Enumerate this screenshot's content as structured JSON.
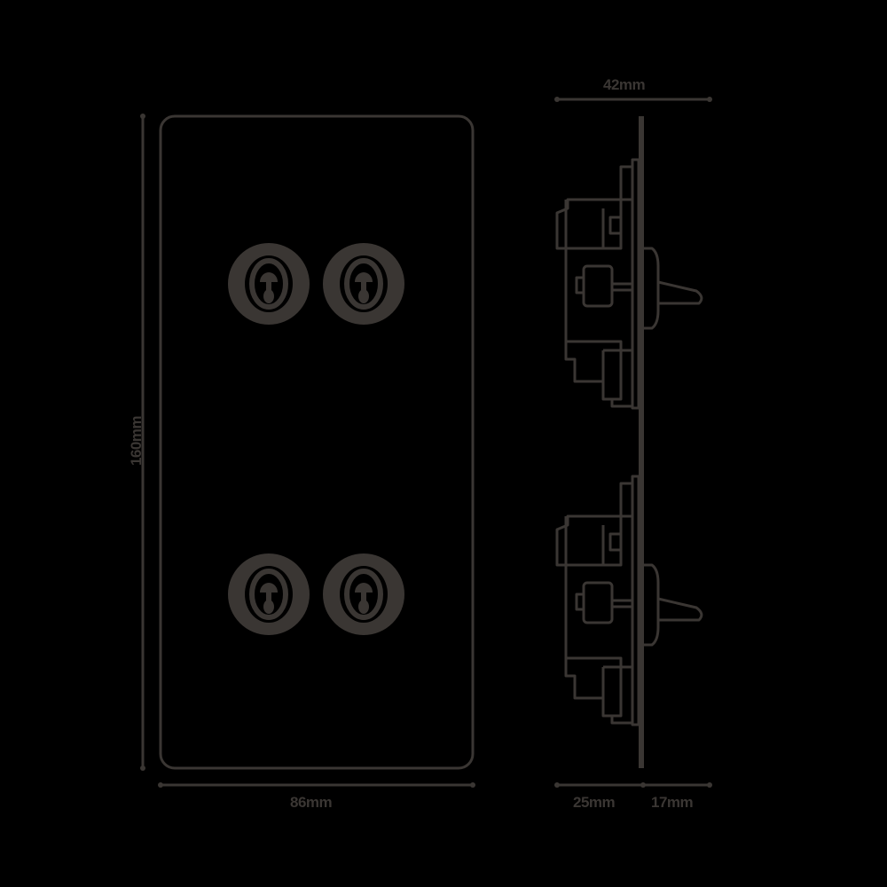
{
  "diagram": {
    "subject": "4-gang toggle switch plate technical drawing",
    "line_color": "#3a3633",
    "background_color": "#000000",
    "front_view": {
      "width_label": "86mm",
      "height_label": "160mm",
      "toggles": [
        {
          "row": 1,
          "col": 1
        },
        {
          "row": 1,
          "col": 2
        },
        {
          "row": 2,
          "col": 1
        },
        {
          "row": 2,
          "col": 2
        }
      ]
    },
    "side_view": {
      "total_depth_label": "42mm",
      "back_depth_label": "25mm",
      "front_depth_label": "17mm",
      "mechanisms": 2
    }
  }
}
